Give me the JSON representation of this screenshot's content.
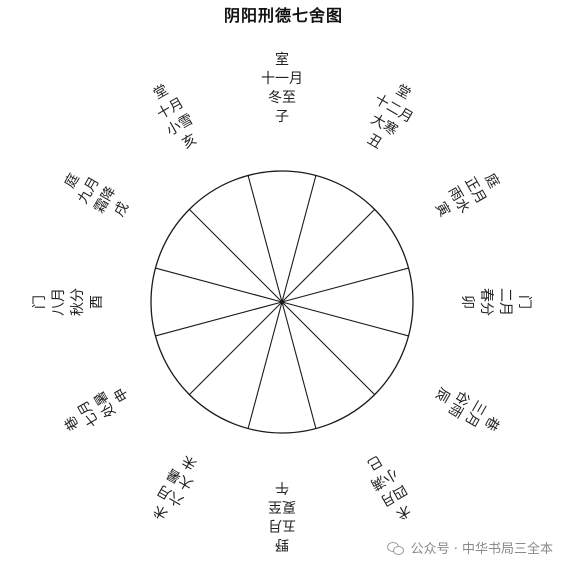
{
  "title": "阴阳刑德七舍图",
  "sectors": 12,
  "labels": [
    {
      "angle": 0,
      "lines": [
        "室",
        "十一月",
        "冬至",
        "子"
      ]
    },
    {
      "angle": 30,
      "lines": [
        "堂",
        "十二月",
        "大寒",
        "丑"
      ]
    },
    {
      "angle": 60,
      "lines": [
        "庭",
        "正月",
        "雨水",
        "寅"
      ]
    },
    {
      "angle": 90,
      "lines": [
        "门",
        "二月",
        "春分",
        "卯"
      ]
    },
    {
      "angle": 120,
      "lines": [
        "巷",
        "三月",
        "谷雨",
        "辰"
      ]
    },
    {
      "angle": 150,
      "lines": [
        "术",
        "四月",
        "小满",
        "巳"
      ]
    },
    {
      "angle": 180,
      "lines": [
        "野",
        "五月",
        "夏至",
        "午"
      ]
    },
    {
      "angle": 210,
      "lines": [
        "术",
        "六月",
        "大暑",
        "未"
      ]
    },
    {
      "angle": 240,
      "lines": [
        "巷",
        "七月",
        "处暑",
        "申"
      ]
    },
    {
      "angle": 270,
      "lines": [
        "门",
        "八月",
        "秋分",
        "酉"
      ]
    },
    {
      "angle": 300,
      "lines": [
        "庭",
        "九月",
        "霜降",
        "戌"
      ]
    },
    {
      "angle": 330,
      "lines": [
        "堂",
        "十月",
        "小雪",
        "亥"
      ]
    }
  ],
  "watermark": {
    "icon": "wechat-icon",
    "text": "公众号 · 中华书局三全本"
  }
}
